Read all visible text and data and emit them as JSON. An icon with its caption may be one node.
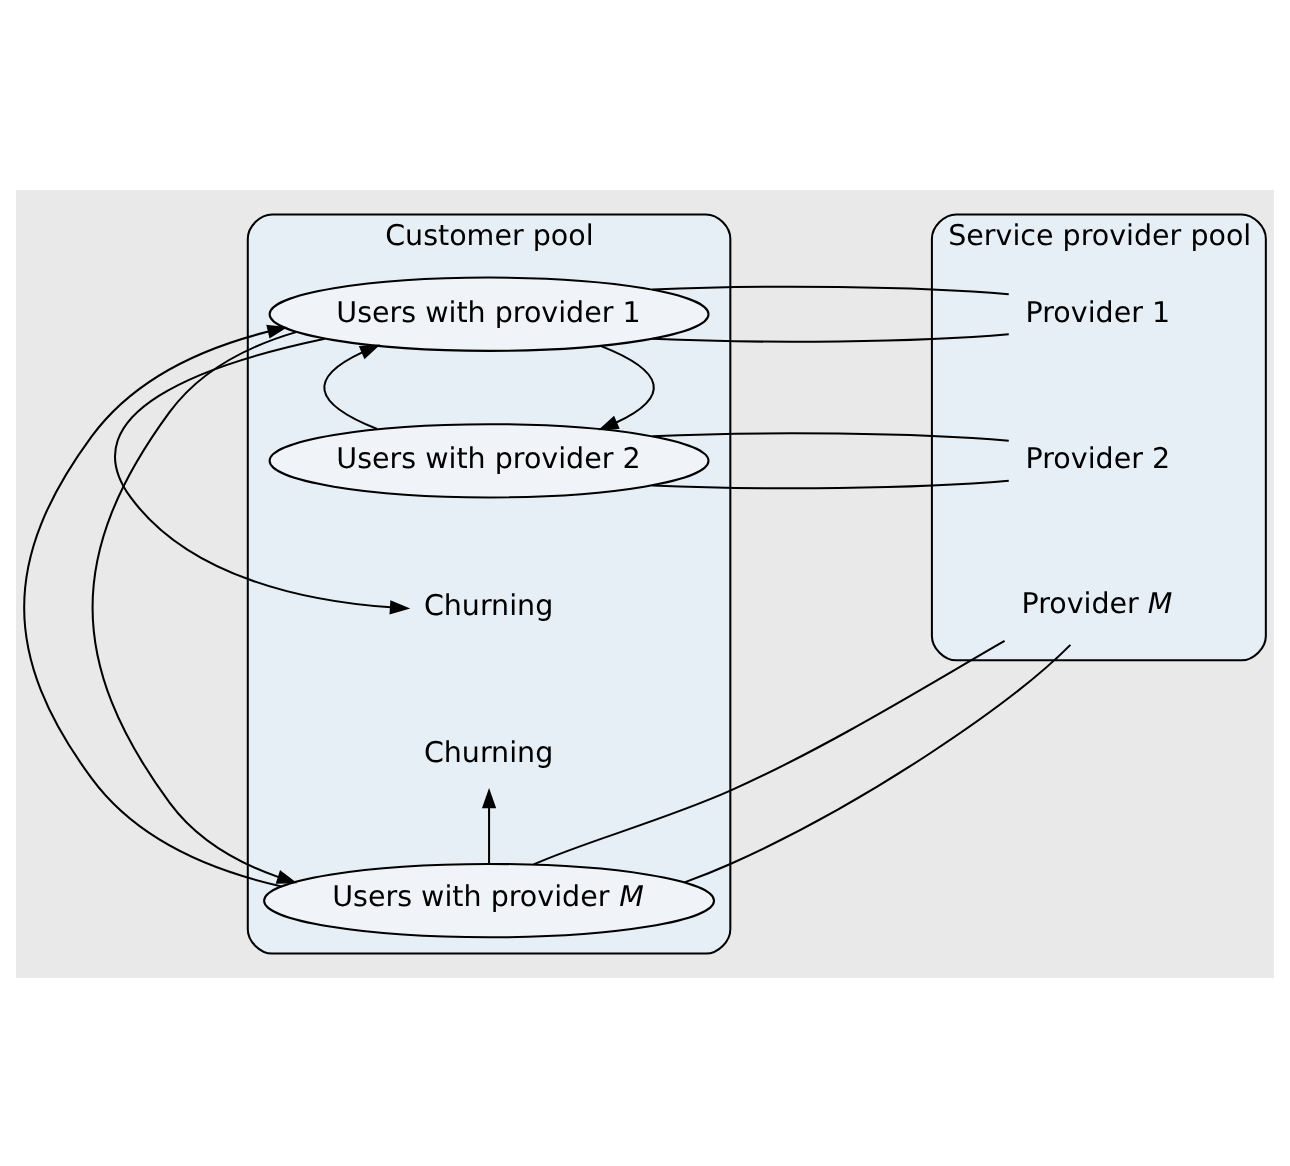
{
  "diagram": {
    "nodes": [
      {
        "text": [
          "Customer pool"
        ]
      },
      {
        "text": [
          "Service provider pool"
        ]
      },
      {
        "text": [
          "Users with provider 1"
        ],
        "in": 0
      },
      {
        "text": [
          "Users with provider 2"
        ],
        "in": 0
      },
      {
        "text": [
          "Churning"
        ],
        "in": 0
      },
      {
        "text": [
          "Churning"
        ],
        "in": 0
      },
      {
        "text": [
          "Users with provider *M*"
        ],
        "in": 0
      },
      {
        "text": [
          "Provider 1"
        ],
        "in": 1
      },
      {
        "text": [
          "Provider 2"
        ],
        "in": 1
      },
      {
        "text": [
          "Provider *M*"
        ],
        "in": 1
      }
    ],
    "edges": [
      {
        "from": 2,
        "to": 7,
        "arrow": "none"
      },
      {
        "from": 2,
        "to": 7,
        "arrow": "none"
      },
      {
        "from": 3,
        "to": 8,
        "arrow": "none"
      },
      {
        "from": 3,
        "to": 8,
        "arrow": "none"
      },
      {
        "from": 6,
        "to": 9,
        "arrow": "none"
      },
      {
        "from": 6,
        "to": 9,
        "arrow": "none"
      },
      {
        "from": 2,
        "to": 3,
        "arrow": "to"
      },
      {
        "from": 2,
        "to": 4,
        "arrow": "to"
      },
      {
        "from": 2,
        "to": 6,
        "arrow": "to"
      },
      {
        "from": 3,
        "to": 2,
        "arrow": "to"
      },
      {
        "from": 6,
        "to": 5,
        "arrow": "to"
      },
      {
        "from": 6,
        "to": 2,
        "arrow": "to"
      }
    ]
  }
}
